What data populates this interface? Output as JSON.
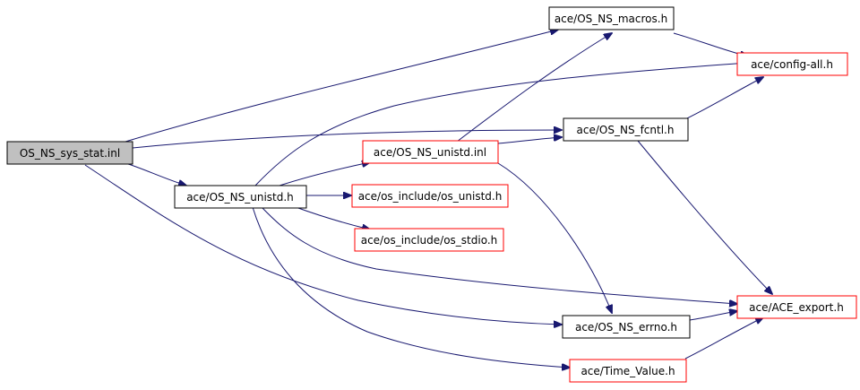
{
  "diagram": {
    "colors": {
      "edge": "#191970",
      "root_fill": "#c0c0c0",
      "root_border": "#000000",
      "documented_border": "#000000",
      "undocumented_border": "#ff0000",
      "node_fill": "#ffffff"
    },
    "nodes": [
      {
        "id": "os_ns_sys_stat_inl",
        "label": "OS_NS_sys_stat.inl",
        "kind": "root"
      },
      {
        "id": "os_ns_macros_h",
        "label": "ace/OS_NS_macros.h",
        "kind": "documented"
      },
      {
        "id": "config_all_h",
        "label": "ace/config-all.h",
        "kind": "external"
      },
      {
        "id": "os_ns_fcntl_h",
        "label": "ace/OS_NS_fcntl.h",
        "kind": "documented"
      },
      {
        "id": "os_ns_unistd_inl",
        "label": "ace/OS_NS_unistd.inl",
        "kind": "external"
      },
      {
        "id": "os_ns_unistd_h",
        "label": "ace/OS_NS_unistd.h",
        "kind": "documented"
      },
      {
        "id": "os_unistd_h",
        "label": "ace/os_include/os_unistd.h",
        "kind": "external"
      },
      {
        "id": "os_stdio_h",
        "label": "ace/os_include/os_stdio.h",
        "kind": "external"
      },
      {
        "id": "ace_export_h",
        "label": "ace/ACE_export.h",
        "kind": "external"
      },
      {
        "id": "os_ns_errno_h",
        "label": "ace/OS_NS_errno.h",
        "kind": "documented"
      },
      {
        "id": "time_value_h",
        "label": "ace/Time_Value.h",
        "kind": "external"
      }
    ],
    "edges": [
      {
        "from": "os_ns_sys_stat_inl",
        "to": "os_ns_macros_h"
      },
      {
        "from": "os_ns_sys_stat_inl",
        "to": "os_ns_fcntl_h"
      },
      {
        "from": "os_ns_sys_stat_inl",
        "to": "os_ns_unistd_h"
      },
      {
        "from": "os_ns_sys_stat_inl",
        "to": "os_ns_errno_h"
      },
      {
        "from": "os_ns_macros_h",
        "to": "config_all_h"
      },
      {
        "from": "os_ns_fcntl_h",
        "to": "config_all_h"
      },
      {
        "from": "os_ns_fcntl_h",
        "to": "ace_export_h"
      },
      {
        "from": "os_ns_unistd_inl",
        "to": "os_ns_macros_h"
      },
      {
        "from": "os_ns_unistd_inl",
        "to": "os_ns_fcntl_h"
      },
      {
        "from": "os_ns_unistd_inl",
        "to": "os_ns_errno_h"
      },
      {
        "from": "os_ns_unistd_h",
        "to": "config_all_h"
      },
      {
        "from": "os_ns_unistd_h",
        "to": "os_ns_unistd_inl"
      },
      {
        "from": "os_ns_unistd_h",
        "to": "os_unistd_h"
      },
      {
        "from": "os_ns_unistd_h",
        "to": "os_stdio_h"
      },
      {
        "from": "os_ns_unistd_h",
        "to": "ace_export_h"
      },
      {
        "from": "os_ns_unistd_h",
        "to": "time_value_h"
      },
      {
        "from": "os_ns_errno_h",
        "to": "ace_export_h"
      },
      {
        "from": "time_value_h",
        "to": "ace_export_h"
      }
    ]
  }
}
